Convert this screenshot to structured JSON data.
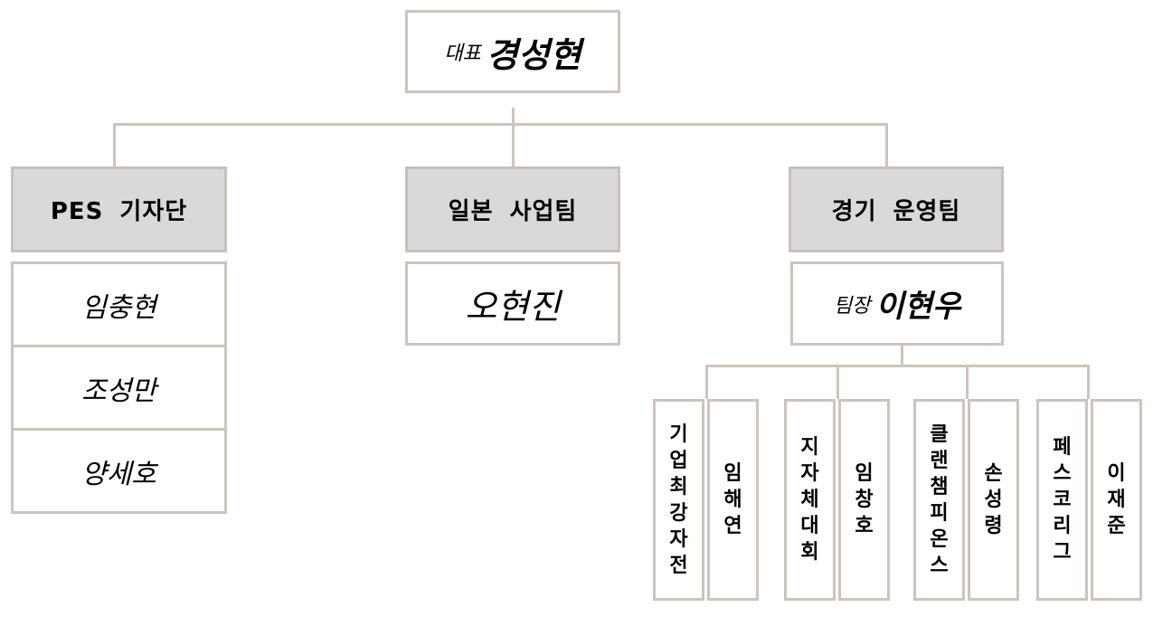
{
  "ceo": {
    "title": "대표",
    "name": "경성현"
  },
  "teams": [
    {
      "name": "PES 기자단",
      "members": [
        "임충현",
        "조성만",
        "양세호"
      ]
    },
    {
      "name": "일본 사업팀",
      "members": [
        "오현진"
      ]
    },
    {
      "name": "경기 운영팀",
      "leader_title": "팀장",
      "leader_name": "이현우"
    }
  ],
  "subgroups": [
    {
      "name": "기업최강자전",
      "member": "임해연"
    },
    {
      "name": "지자체대회",
      "member": "임창호"
    },
    {
      "name": "클랜챔피온스",
      "member": "손성령"
    },
    {
      "name": "페스코리그",
      "member": "이재준"
    }
  ]
}
